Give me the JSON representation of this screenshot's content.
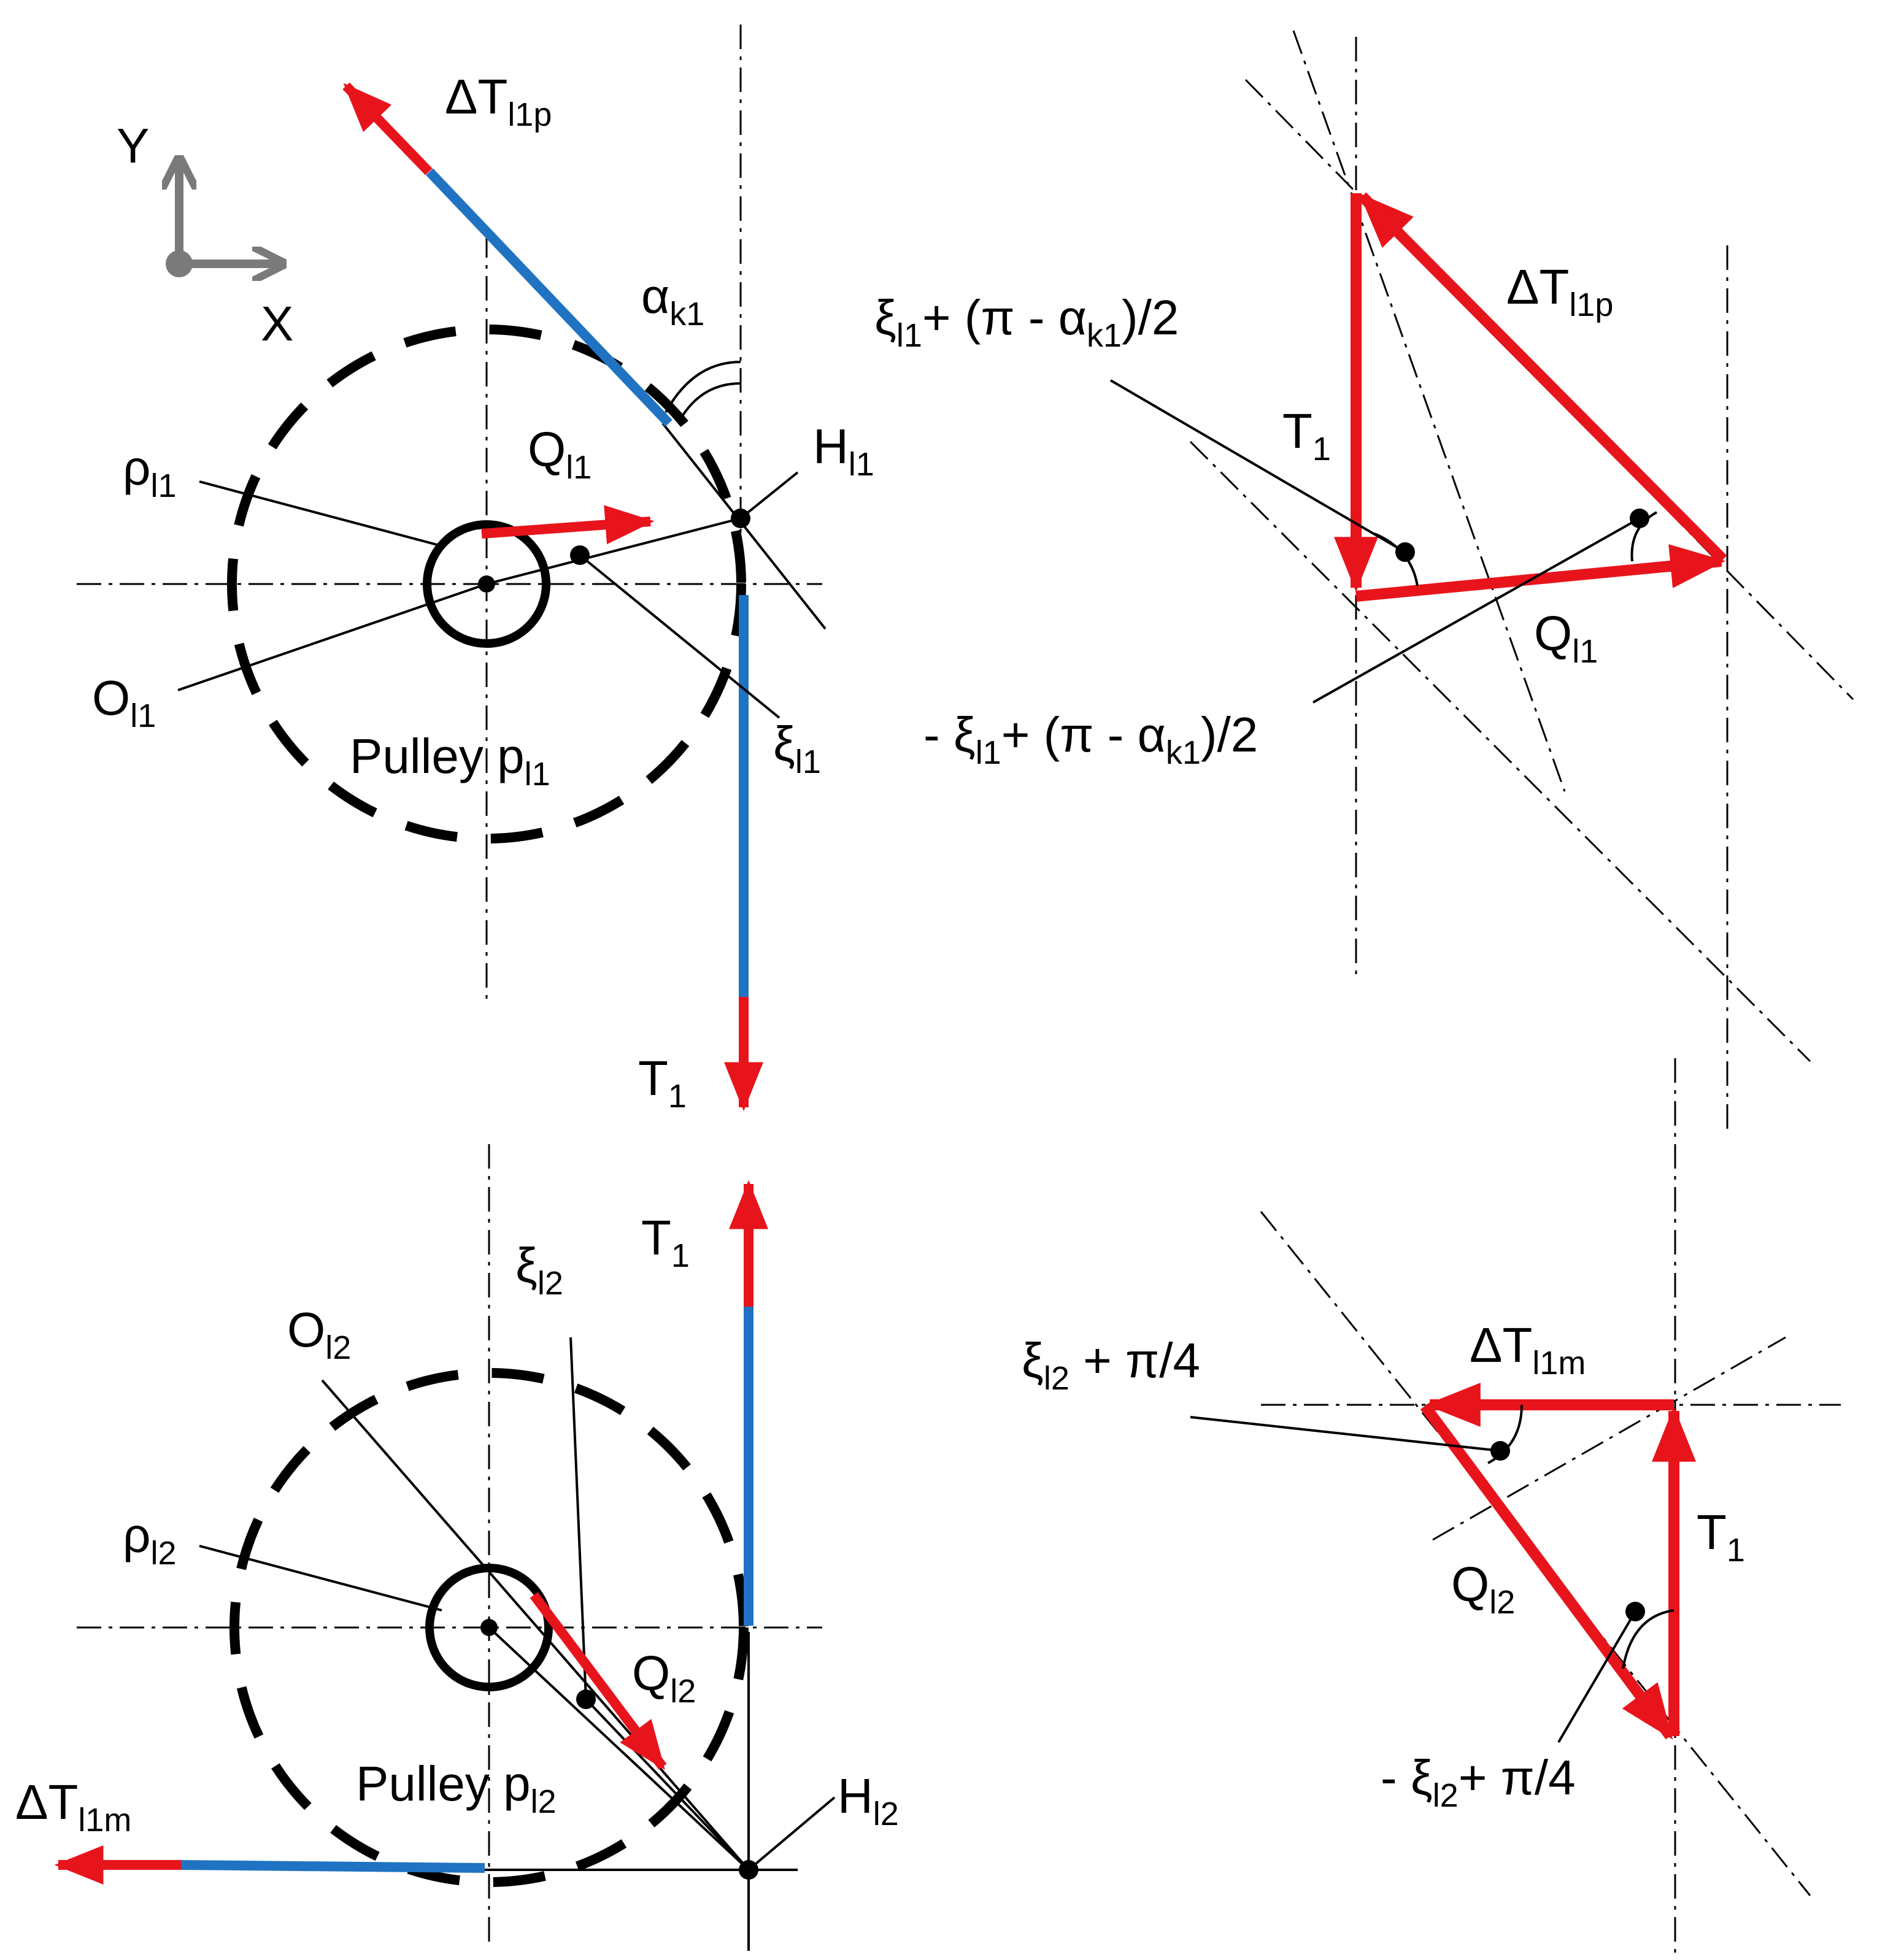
{
  "colors": {
    "force": "#e8141c",
    "belt": "#1f73c2",
    "axes_icon": "#7a7a7a"
  },
  "axes": {
    "x": "X",
    "y": "Y"
  },
  "top": {
    "dT_main": "ΔT",
    "dT_sub": "l1p",
    "alpha_main": "α",
    "alpha_sub": "k1",
    "rho_main": "ρ",
    "rho_sub": "l1",
    "Q_main": "Q",
    "Q_sub": "l1",
    "H_main": "H",
    "H_sub": "l1",
    "O_main": "O",
    "O_sub": "l1",
    "xi_main": "ξ",
    "xi_sub": "l1",
    "pulley_main": "Pulley p",
    "pulley_sub": "l1",
    "T_main": "T",
    "T_sub": "1"
  },
  "top_triangle": {
    "dT_main": "ΔT",
    "dT_sub": "l1p",
    "T_main": "T",
    "T_sub": "1",
    "Q_main": "Q",
    "Q_sub": "l1",
    "angle1_a": "ξ",
    "angle1_b": "l1",
    "angle1_c": "+ (π - α",
    "angle1_d": "k1",
    "angle1_e": ")/2",
    "angle2_a": "- ξ",
    "angle2_b": "l1",
    "angle2_c": "+ (π - α",
    "angle2_d": "k1",
    "angle2_e": ")/2"
  },
  "bottom": {
    "T_main": "T",
    "T_sub": "1",
    "xi_main": "ξ",
    "xi_sub": "l2",
    "O_main": "O",
    "O_sub": "l2",
    "rho_main": "ρ",
    "rho_sub": "l2",
    "Q_main": "Q",
    "Q_sub": "l2",
    "pulley_main": "Pulley p",
    "pulley_sub": "l2",
    "H_main": "H",
    "H_sub": "l2",
    "dT_main": "ΔT",
    "dT_sub": "l1m"
  },
  "bottom_triangle": {
    "angle1_a": "ξ",
    "angle1_b": "l2",
    "angle1_c": " + π/4",
    "dT_main": "ΔT",
    "dT_sub": "l1m",
    "T_main": "T",
    "T_sub": "1",
    "Q_main": "Q",
    "Q_sub": "l2",
    "angle2_a": "- ξ",
    "angle2_b": "l2",
    "angle2_c": "+ π/4"
  }
}
